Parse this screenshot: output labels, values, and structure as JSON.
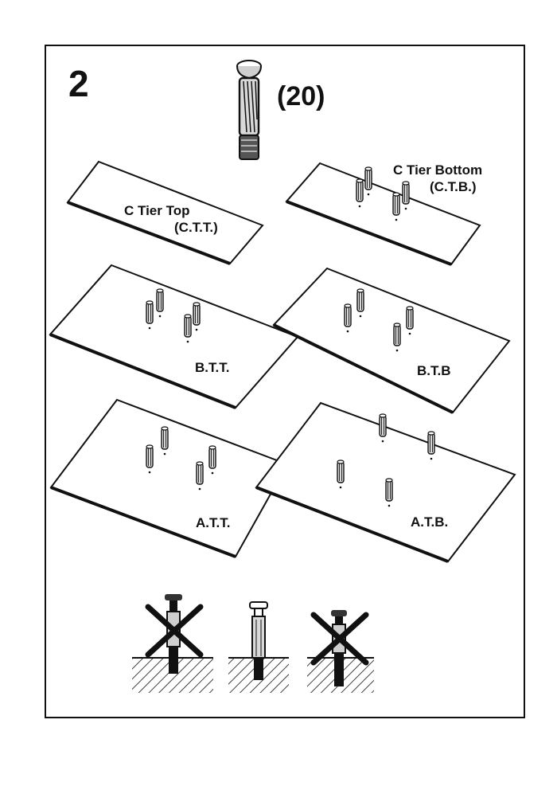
{
  "step_number": "2",
  "dowel": {
    "quantity_label": "(20)",
    "icon": "wooden-dowel-icon"
  },
  "panels": [
    {
      "id": "ctt",
      "name": "C Tier Top",
      "code": "(C.T.T.)",
      "dowel_count": 0
    },
    {
      "id": "ctb",
      "name": "C Tier Bottom",
      "code": "(C.T.B.)",
      "dowel_count": 4
    },
    {
      "id": "btt",
      "name": "",
      "code": "B.T.T.",
      "dowel_count": 4
    },
    {
      "id": "btb",
      "name": "",
      "code": "B.T.B",
      "dowel_count": 4
    },
    {
      "id": "att",
      "name": "",
      "code": "A.T.T.",
      "dowel_count": 4
    },
    {
      "id": "atb",
      "name": "",
      "code": "A.T.B.",
      "dowel_count": 4
    }
  ],
  "insertion_guide": [
    {
      "state": "incorrect",
      "icon": "cross-mark-icon"
    },
    {
      "state": "correct",
      "icon": "dowel-inserted-icon"
    },
    {
      "state": "incorrect",
      "icon": "cross-mark-icon"
    }
  ],
  "colors": {
    "ink": "#111111",
    "paper": "#ffffff",
    "dowel_fill": "#d9d9d9"
  }
}
